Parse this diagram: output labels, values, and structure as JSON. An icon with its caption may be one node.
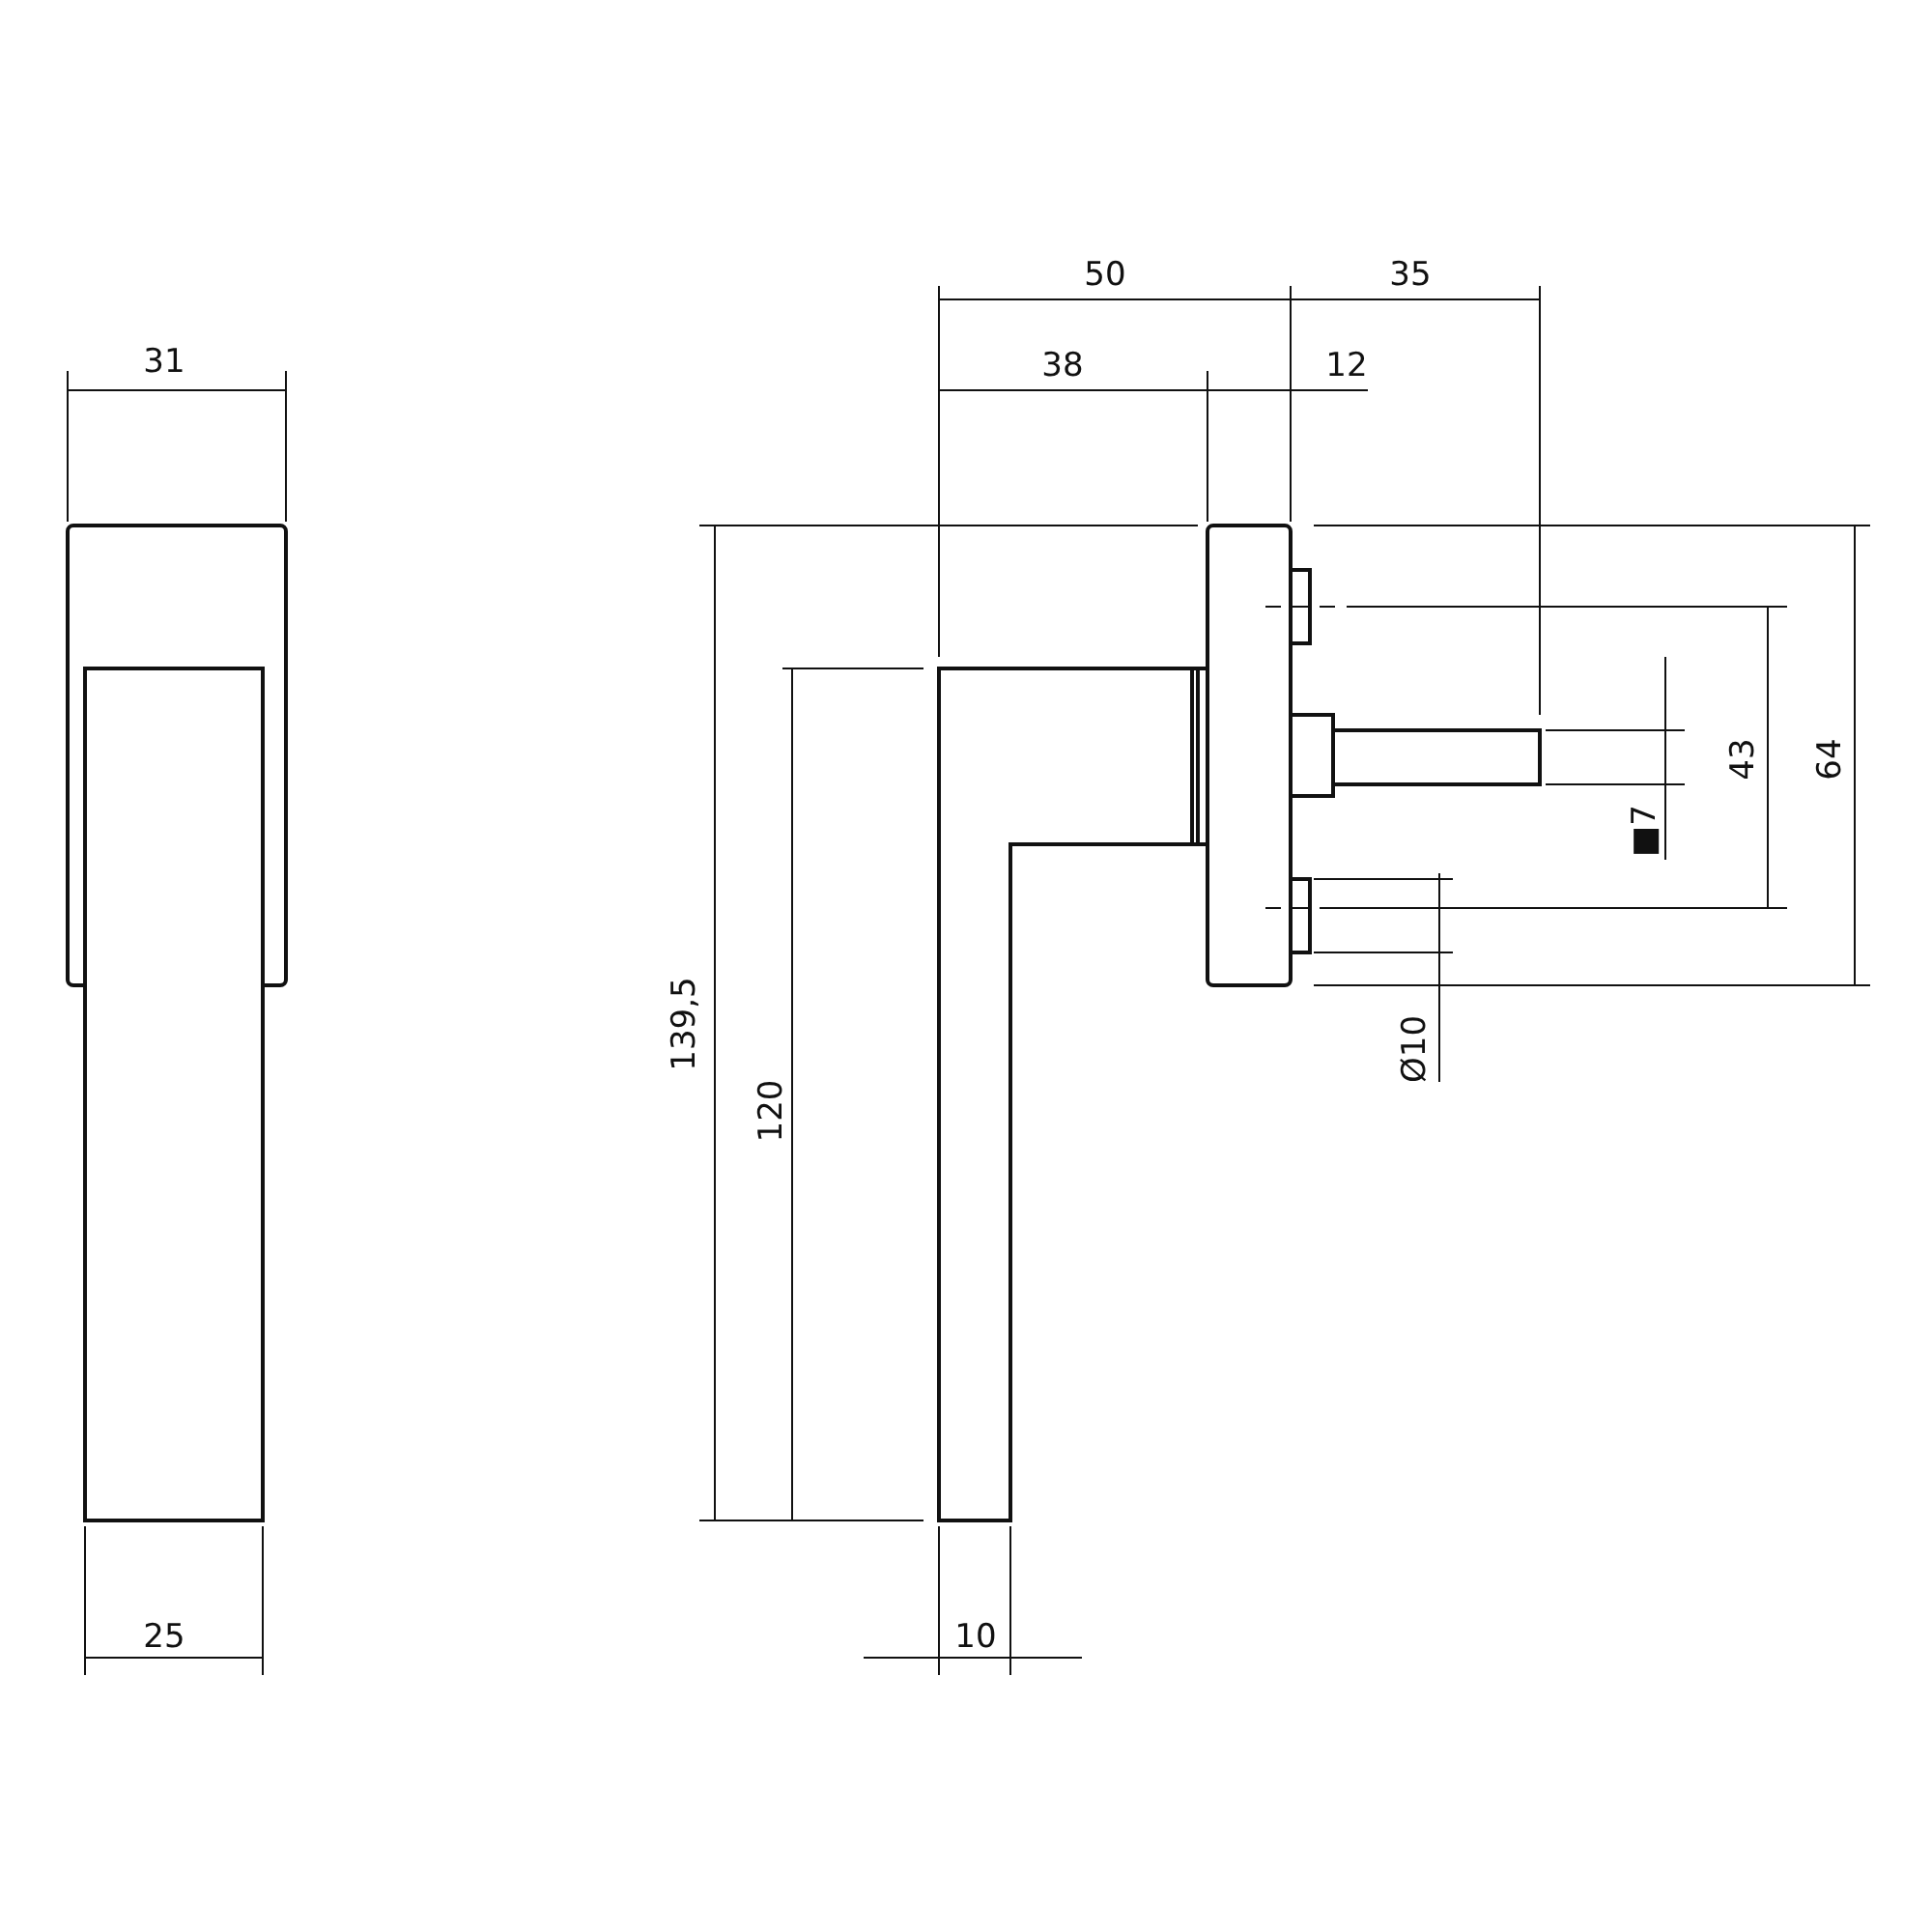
{
  "diagram": {
    "labels": [
      "50",
      "35",
      "31",
      "38",
      "12",
      "43",
      "64",
      "■7",
      "139,5",
      "Ø10",
      "120",
      "25",
      "10"
    ]
  }
}
